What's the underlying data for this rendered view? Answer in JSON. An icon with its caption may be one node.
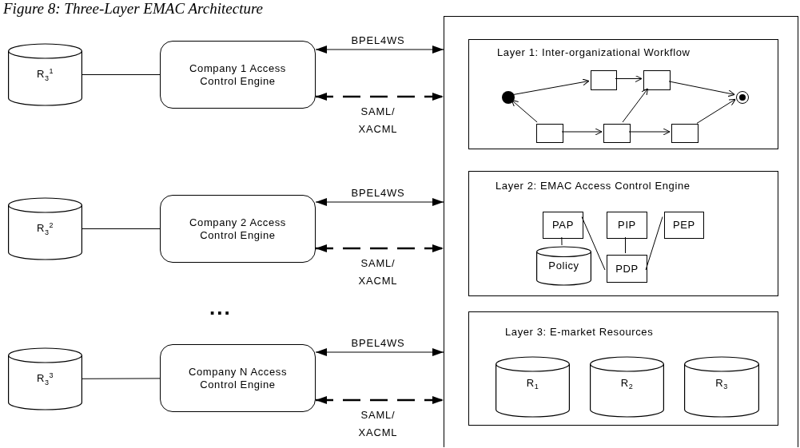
{
  "diagram": {
    "title": "Figure 8: Three-Layer EMAC Architecture",
    "nodes": [
      {
        "text": [
          "R$_{3}$$^{1}$"
        ]
      },
      {
        "text": [
          "Company 1 Access Control Engine"
        ]
      },
      {
        "text": [
          "R$_{3}$$^{2}$"
        ]
      },
      {
        "text": [
          "Company 2 Access Control Engine"
        ]
      },
      {
        "text": [
          "R$_{3}$$^{3}$"
        ]
      },
      {
        "text": [
          "Company N Access Control Engine"
        ]
      },
      {
        "text": [],
        "shape": "box"
      },
      {
        "text": [
          "Layer 1: Inter-organizational Workflow"
        ],
        "in": 6
      },
      {
        "text": [],
        "shape": "circle",
        "in": 7
      },
      {
        "text": [],
        "shape": "box",
        "in": 7
      },
      {
        "text": [],
        "shape": "box",
        "in": 7
      },
      {
        "text": [],
        "shape": "box",
        "in": 7
      },
      {
        "text": [],
        "shape": "box",
        "in": 7
      },
      {
        "text": [],
        "shape": "box",
        "in": 7
      },
      {
        "text": [],
        "shape": "circle",
        "in": 7
      },
      {
        "text": [
          "Layer 2: EMAC Access Control Engine"
        ],
        "in": 6
      },
      {
        "text": [
          "PAP"
        ],
        "in": 15
      },
      {
        "text": [
          "PIP"
        ],
        "in": 15
      },
      {
        "text": [
          "PEP"
        ],
        "in": 15
      },
      {
        "text": [
          "Policy"
        ],
        "in": 15
      },
      {
        "text": [
          "PDP"
        ],
        "in": 15
      },
      {
        "text": [
          "Layer 3: E-market Resources"
        ],
        "in": 6
      },
      {
        "text": [
          "R$_{1}$"
        ],
        "in": 21
      },
      {
        "text": [
          "R$_{2}$"
        ],
        "in": 21
      },
      {
        "text": [
          "R$_{3}$"
        ],
        "in": 21
      }
    ],
    "edges": [
      {
        "from": 0,
        "to": 1,
        "arrow": "none"
      },
      {
        "from": 1,
        "to": 6,
        "arrow": "both",
        "label": "BPEL4WS"
      },
      {
        "from": 1,
        "to": 6,
        "arrow": "both",
        "label": "SAML/ XACML",
        "style": "dashed"
      },
      {
        "from": 2,
        "to": 3,
        "arrow": "none"
      },
      {
        "from": 3,
        "to": 6,
        "arrow": "both",
        "label": "BPEL4WS"
      },
      {
        "from": 3,
        "to": 6,
        "arrow": "both",
        "label": "SAML/ XACML",
        "style": "dashed"
      },
      {
        "from": 4,
        "to": 5,
        "arrow": "none"
      },
      {
        "from": 5,
        "to": 6,
        "arrow": "both",
        "label": "BPEL4WS"
      },
      {
        "from": 5,
        "to": 6,
        "arrow": "both",
        "label": "SAML/ XACML",
        "style": "dashed"
      },
      {
        "from": 8,
        "to": 9,
        "arrow": "to"
      },
      {
        "from": 11,
        "to": 8,
        "arrow": "to"
      },
      {
        "from": 9,
        "to": 10,
        "arrow": "to"
      },
      {
        "from": 11,
        "to": 12,
        "arrow": "to"
      },
      {
        "from": 12,
        "to": 10,
        "arrow": "to"
      },
      {
        "from": 12,
        "to": 13,
        "arrow": "to"
      },
      {
        "from": 10,
        "to": 14,
        "arrow": "to"
      },
      {
        "from": 13,
        "to": 14,
        "arrow": "to"
      },
      {
        "from": 16,
        "to": 19,
        "arrow": "none"
      },
      {
        "from": 16,
        "to": 20,
        "arrow": "none"
      },
      {
        "from": 17,
        "to": 20,
        "arrow": "none"
      },
      {
        "from": 18,
        "to": 20,
        "arrow": "none"
      }
    ],
    "labels": [
      "..."
    ]
  }
}
